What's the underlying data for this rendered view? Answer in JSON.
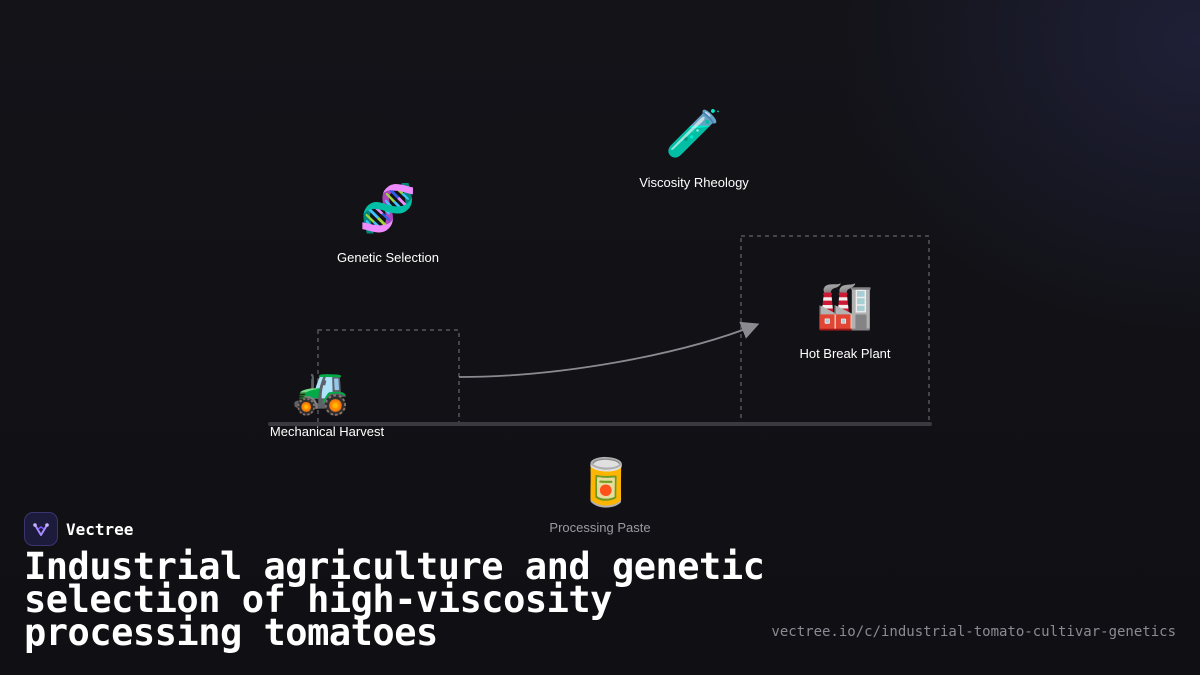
{
  "diagram": {
    "nodes": {
      "genetic": {
        "icon": "dna-icon",
        "glyph": "🧬",
        "label": "Genetic Selection"
      },
      "viscosity": {
        "icon": "test-tube-icon",
        "glyph": "🧪",
        "label": "Viscosity Rheology"
      },
      "hotbreak": {
        "icon": "factory-icon",
        "glyph": "🏭",
        "label": "Hot Break Plant"
      },
      "harvest": {
        "icon": "tractor-icon",
        "glyph": "🚜",
        "label": "Mechanical Harvest"
      },
      "paste": {
        "icon": "canned-food-icon",
        "glyph": "🥫",
        "label": "Processing Paste"
      }
    }
  },
  "brand": {
    "name": "Vectree",
    "logo_icon": "vectree-logo-icon"
  },
  "title": "Industrial agriculture and genetic selection of high-viscosity processing tomatoes",
  "url": "vectree.io/c/industrial-tomato-cultivar-genetics",
  "colors": {
    "background": "#121217",
    "accent": "#7c5cff",
    "line": "#3a3a40"
  }
}
